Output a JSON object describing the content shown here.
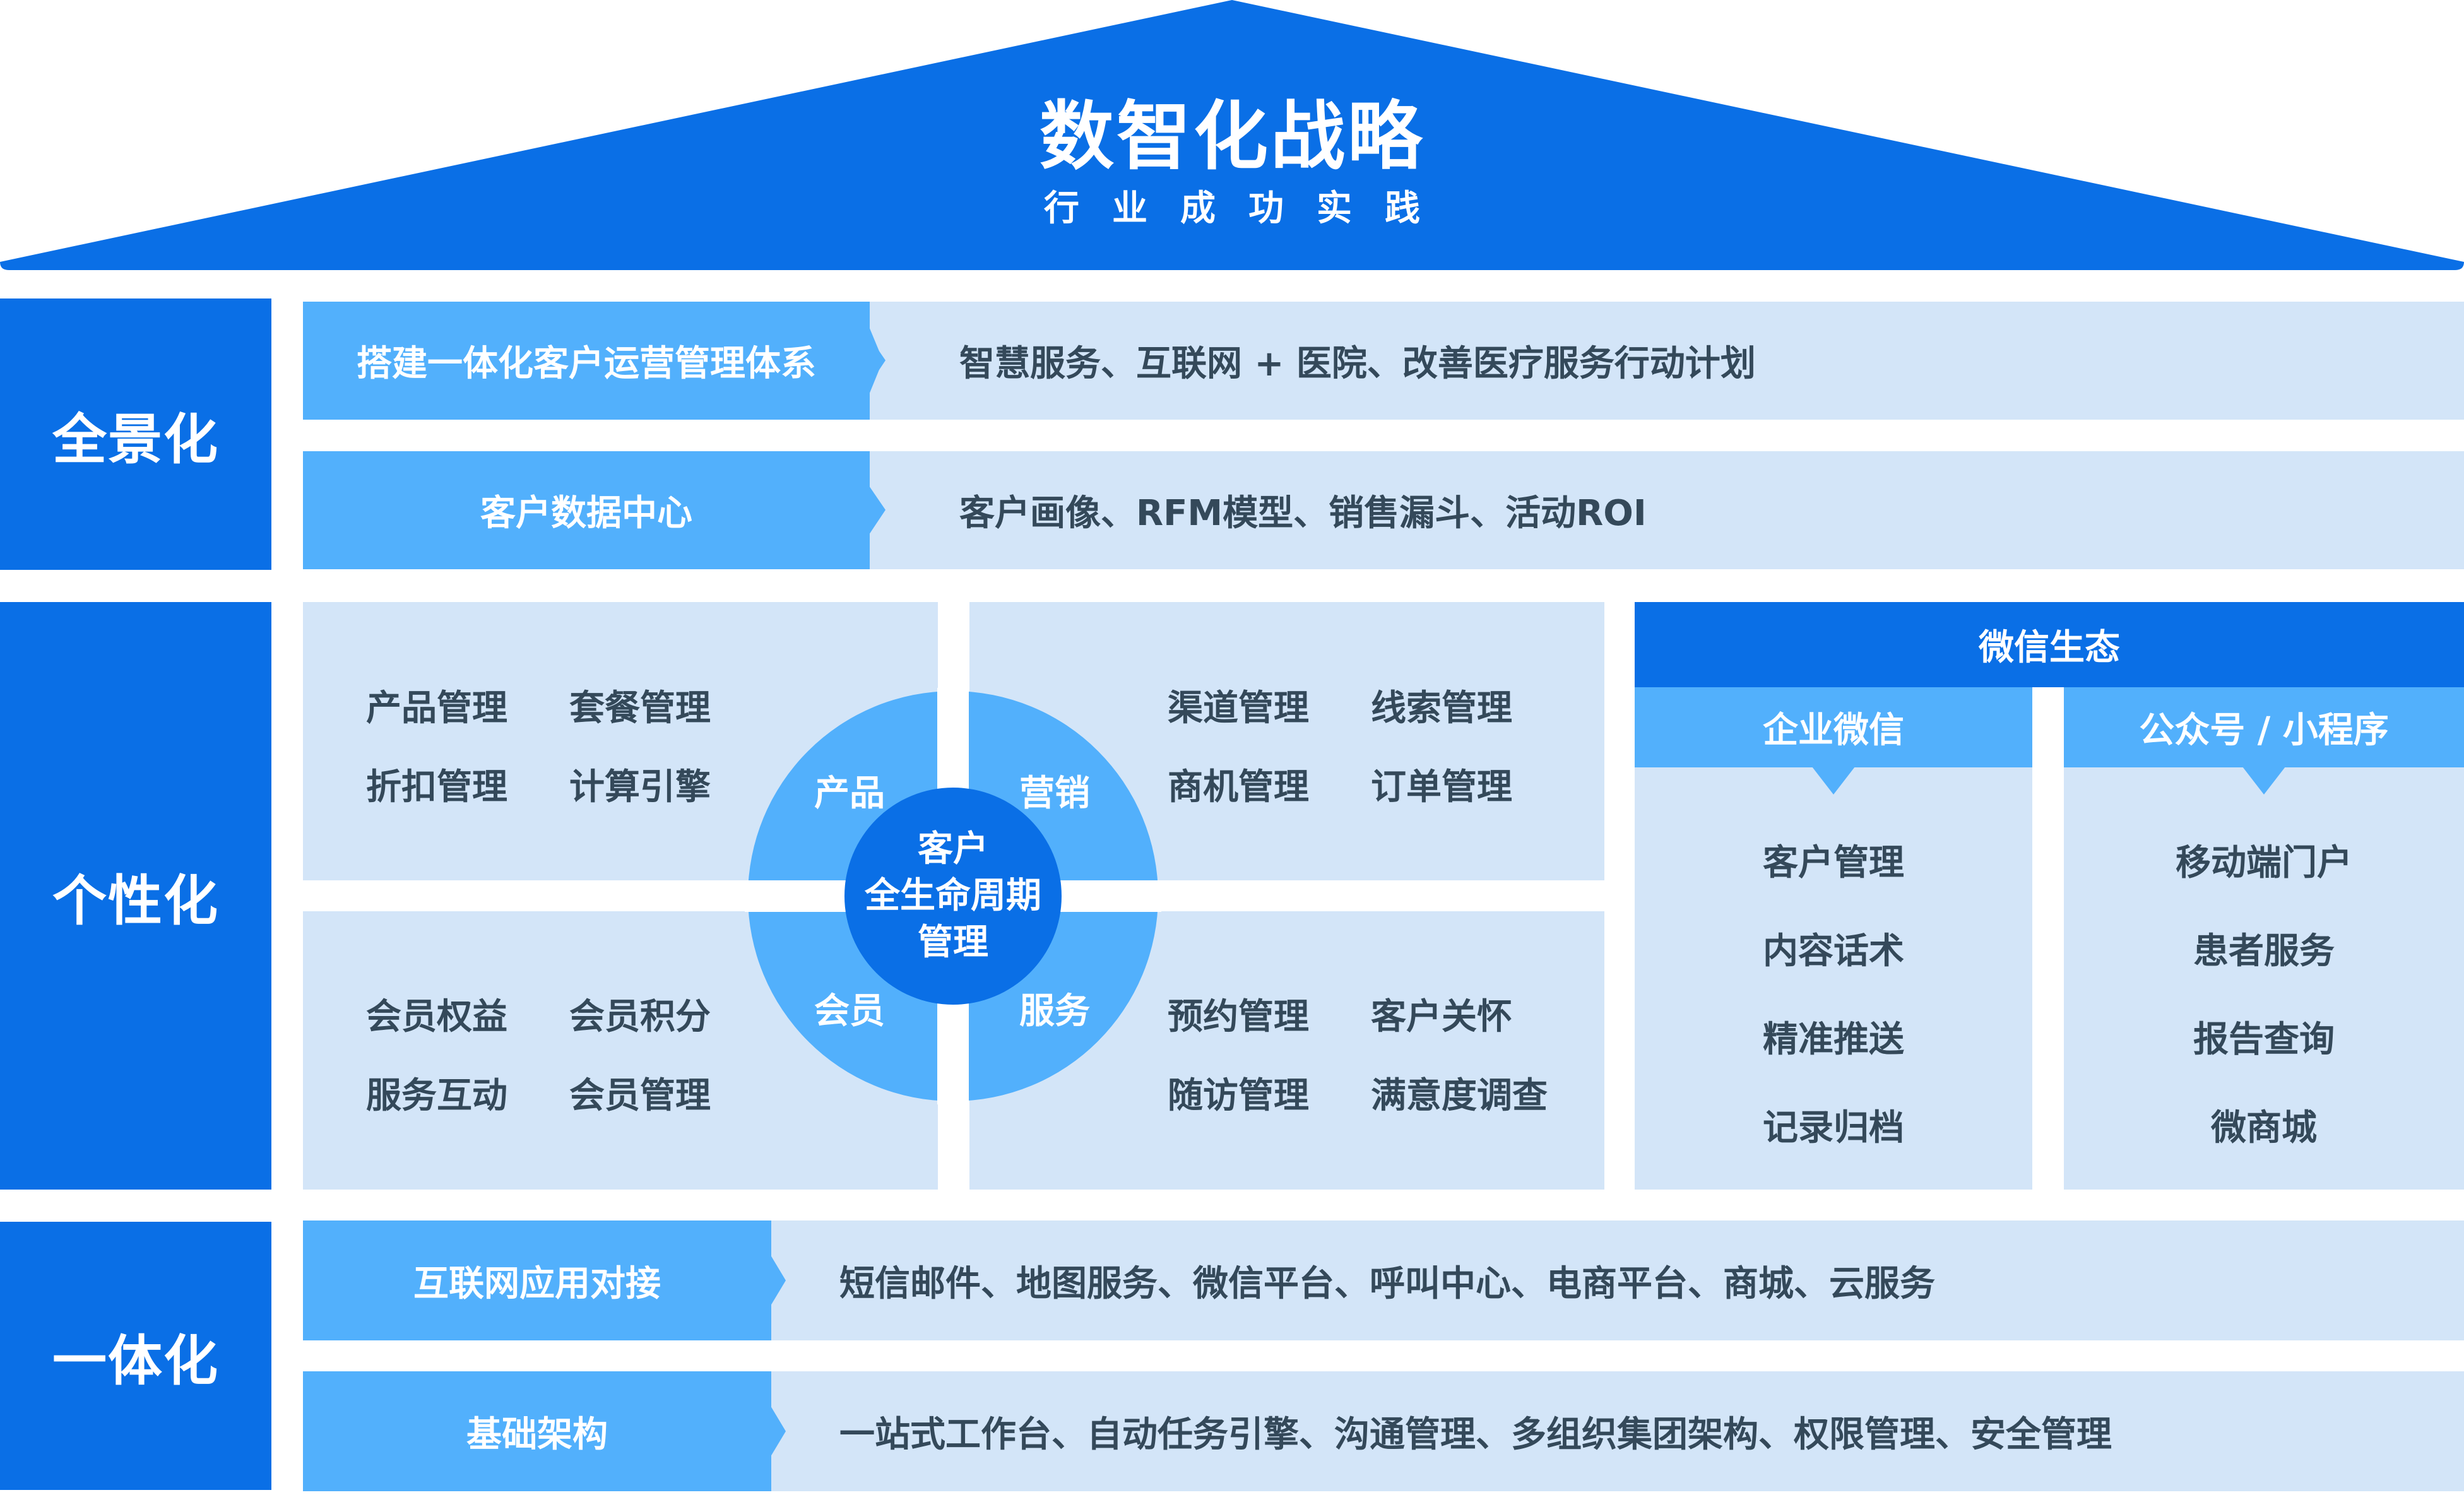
{
  "header": {
    "title": "数智化战略",
    "subtitle": "行业成功实践"
  },
  "colors": {
    "primary": "#0a6fe6",
    "secondary": "#52b0fc",
    "light": "#d3e5f8",
    "text_dark": "#34495a"
  },
  "sections": [
    {
      "label": "全景化",
      "rows": [
        {
          "tag": "搭建一体化客户运营管理体系",
          "content": "智慧服务、互联网 + 医院、改善医疗服务行动计划"
        },
        {
          "tag": "客户数据中心",
          "content": "客户画像、RFM模型、销售漏斗、活动ROI"
        }
      ]
    },
    {
      "label": "个性化",
      "lifecycle": {
        "center": [
          "客户",
          "全生命周期",
          "管理"
        ],
        "quadrants": [
          {
            "ring_label": "产品",
            "items": [
              "产品管理",
              "套餐管理",
              "折扣管理",
              "计算引擎"
            ]
          },
          {
            "ring_label": "营销",
            "items": [
              "渠道管理",
              "线索管理",
              "商机管理",
              "订单管理"
            ]
          },
          {
            "ring_label": "会员",
            "items": [
              "会员权益",
              "会员积分",
              "服务互动",
              "会员管理"
            ]
          },
          {
            "ring_label": "服务",
            "items": [
              "预约管理",
              "客户关怀",
              "随访管理",
              "满意度调查"
            ]
          }
        ]
      },
      "wechat": {
        "title": "微信生态",
        "columns": [
          {
            "title": "企业微信",
            "items": [
              "客户管理",
              "内容话术",
              "精准推送",
              "记录归档"
            ]
          },
          {
            "title": "公众号 / 小程序",
            "items": [
              "移动端门户",
              "患者服务",
              "报告查询",
              "微商城"
            ]
          }
        ]
      }
    },
    {
      "label": "一体化",
      "rows": [
        {
          "tag": "互联网应用对接",
          "content": "短信邮件、地图服务、微信平台、呼叫中心、电商平台、商城、云服务"
        },
        {
          "tag": "基础架构",
          "content": "一站式工作台、自动任务引擎、沟通管理、多组织集团架构、权限管理、安全管理"
        }
      ]
    }
  ]
}
